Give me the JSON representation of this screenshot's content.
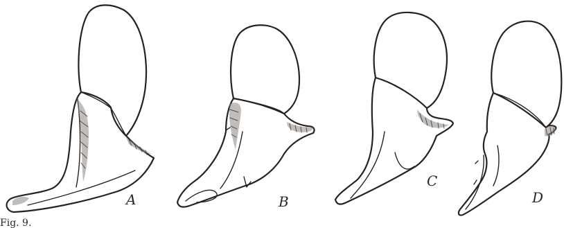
{
  "figure": {
    "caption": "Fig. 9.",
    "panels": [
      {
        "label": "A"
      },
      {
        "label": "B"
      },
      {
        "label": "C"
      },
      {
        "label": "D"
      }
    ]
  }
}
